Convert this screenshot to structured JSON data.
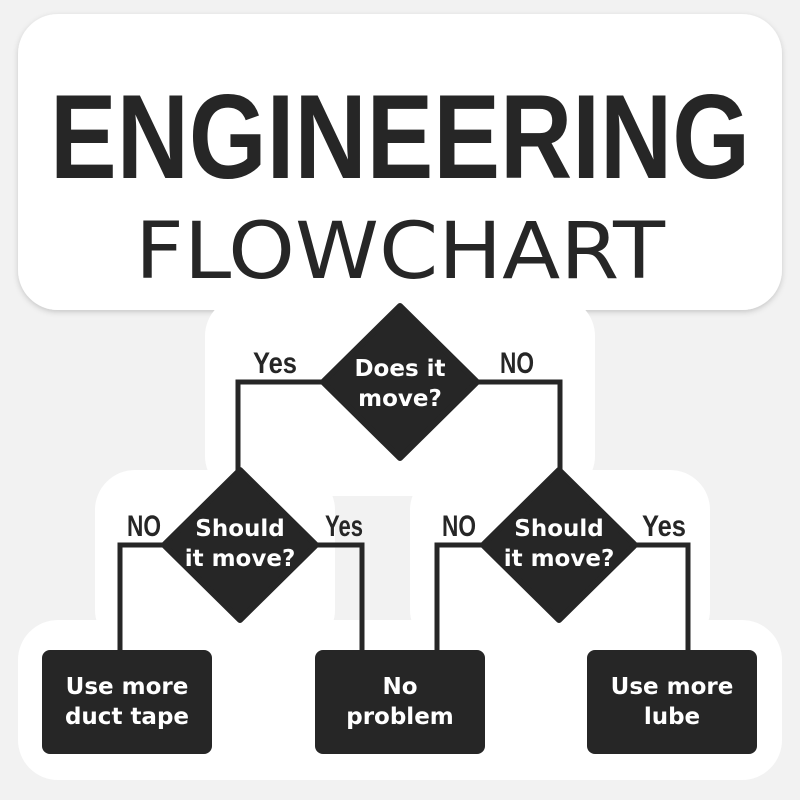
{
  "title": "ENGINEERING",
  "subtitle": "FLOWCHART",
  "colors": {
    "background": "#f2f2f2",
    "sticker": "#ffffff",
    "ink": "#262626",
    "node_text": "#ffffff"
  },
  "nodes": {
    "root": {
      "line1": "Does it",
      "line2": "move?"
    },
    "left_decision": {
      "line1": "Should",
      "line2": "it move?"
    },
    "right_decision": {
      "line1": "Should",
      "line2": "it move?"
    },
    "left_result": {
      "line1": "Use more",
      "line2": "duct tape"
    },
    "middle_result": {
      "line1": "No",
      "line2": "problem"
    },
    "right_result": {
      "line1": "Use more",
      "line2": "lube"
    }
  },
  "edge_labels": {
    "root_yes": "Yes",
    "root_no": "NO",
    "left_no": "NO",
    "left_yes": "Yes",
    "right_no": "NO",
    "right_yes": "Yes"
  }
}
